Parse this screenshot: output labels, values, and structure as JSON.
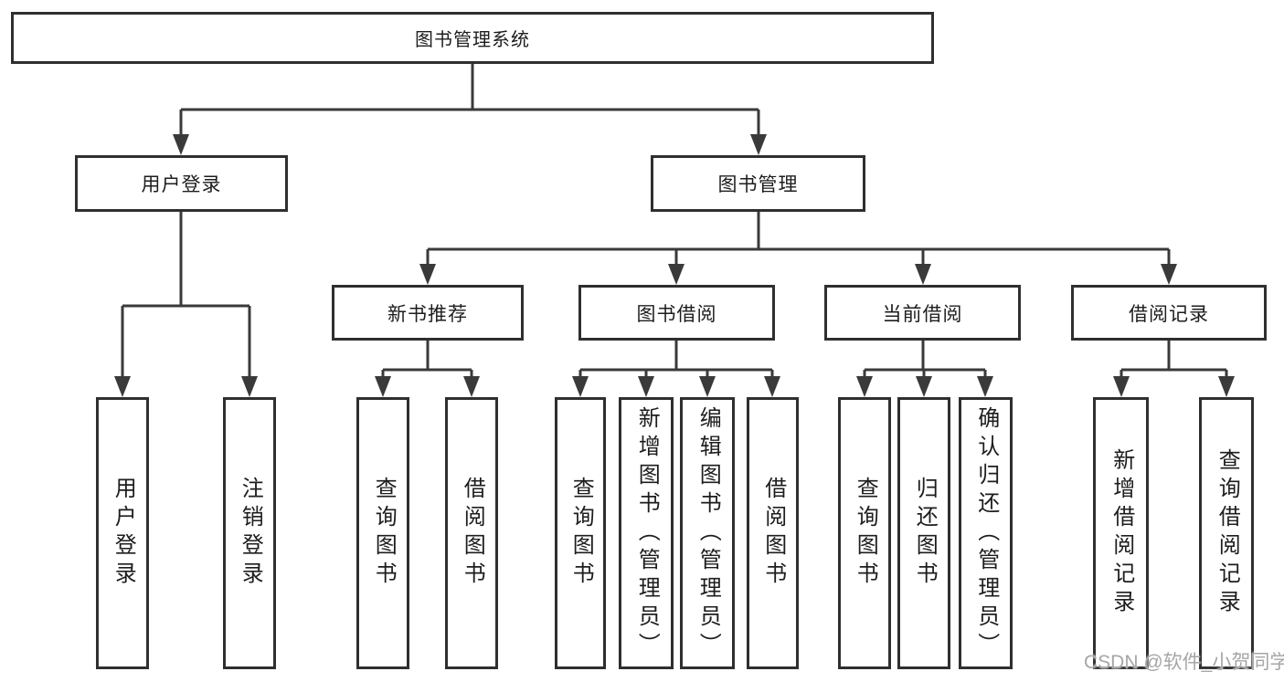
{
  "tree": {
    "root": "图书管理系统",
    "children": [
      {
        "label": "用户登录",
        "children": [
          "用户登录",
          "注销登录"
        ]
      },
      {
        "label": "图书管理",
        "children": [
          {
            "label": "新书推荐",
            "children": [
              "查询图书",
              "借阅图书"
            ]
          },
          {
            "label": "图书借阅",
            "children": [
              "查询图书",
              "新增图书（管理员）",
              "编辑图书（管理员）",
              "借阅图书"
            ]
          },
          {
            "label": "当前借阅",
            "children": [
              "查询图书",
              "归还图书",
              "确认归还（管理员）"
            ]
          },
          {
            "label": "借阅记录",
            "children": [
              "新增借阅记录",
              "查询借阅记录"
            ]
          }
        ]
      }
    ]
  },
  "watermark": {
    "text": "CSDN @软件_小贺同学",
    "color": "#a6a6a6"
  },
  "colors": {
    "line": "#3a3a3a",
    "box_border": "#2f2f2f",
    "text": "#1d1d1f",
    "background": "#ffffff"
  }
}
